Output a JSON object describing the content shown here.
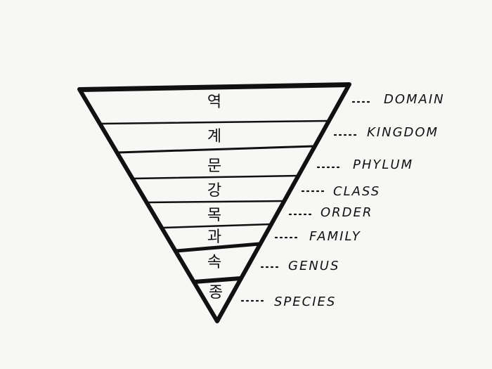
{
  "levels": [
    {
      "korean": "역",
      "english": "DOMAIN"
    },
    {
      "korean": "계",
      "english": "KINGDOM"
    },
    {
      "korean": "문",
      "english": "PHYLUM"
    },
    {
      "korean": "강",
      "english": "CLASS"
    },
    {
      "korean": "목",
      "english": "ORDER"
    },
    {
      "korean": "과",
      "english": "FAMILY"
    },
    {
      "korean": "속",
      "english": "GENUS"
    },
    {
      "korean": "종",
      "english": "SPECIES"
    }
  ],
  "colors": {
    "ink": "#111111",
    "paper": "#f7f7f5"
  }
}
